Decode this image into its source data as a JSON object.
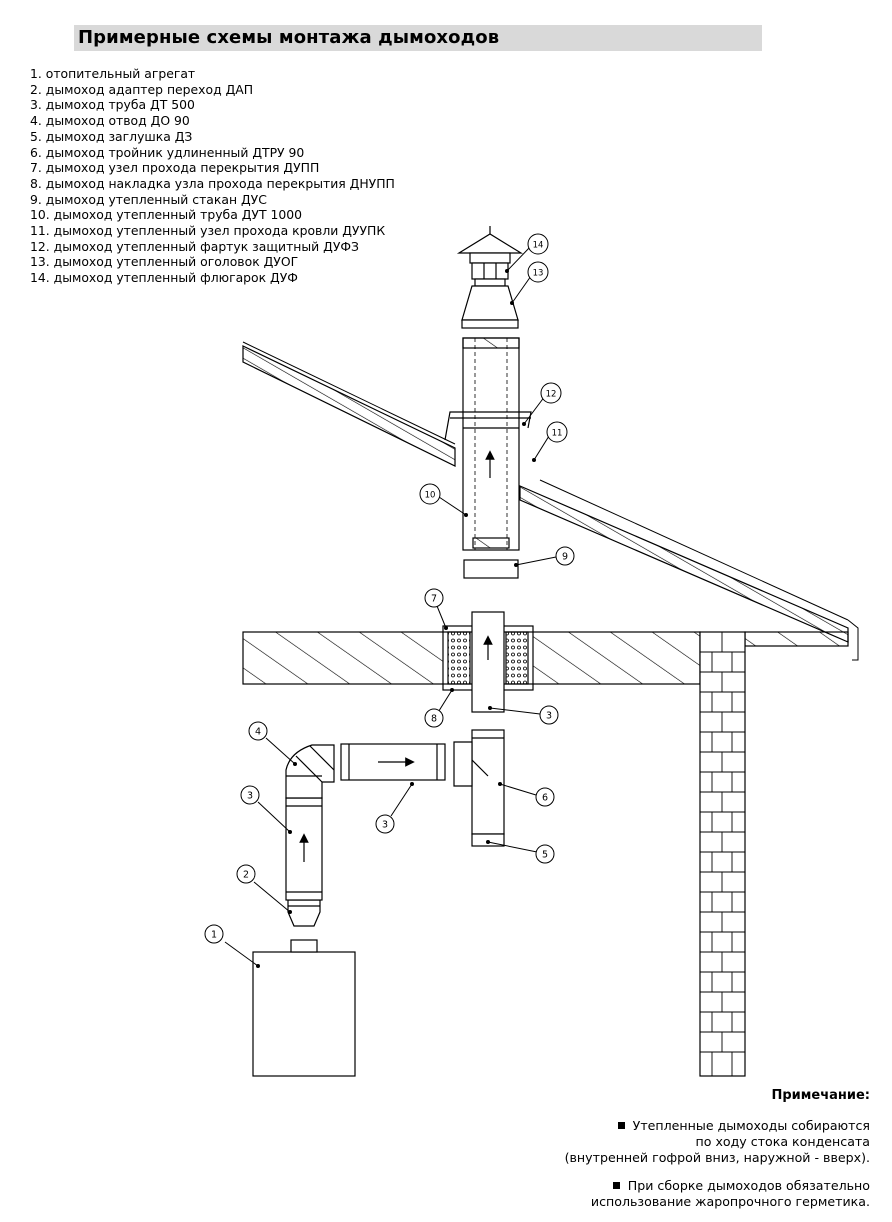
{
  "title": "Примерные схемы монтажа дымоходов",
  "legend": [
    "1. отопительный агрегат",
    "2. дымоход адаптер переход ДАП",
    "3. дымоход труба ДТ 500",
    "4. дымоход отвод ДО 90",
    "5. дымоход заглушка ДЗ",
    "6. дымоход тройник удлиненный ДТРУ 90",
    "7. дымоход узел прохода перекрытия ДУПП",
    "8. дымоход накладка узла прохода перекрытия ДНУПП",
    "9. дымоход утепленный стакан ДУС",
    "10. дымоход утепленный труба ДУТ 1000",
    "11. дымоход утепленный узел прохода кровли ДУУПК",
    "12. дымоход утепленный фартук защитный ДУФЗ",
    "13. дымоход утепленный оголовок ДУОГ",
    "14. дымоход утепленный флюгарок ДУФ"
  ],
  "callouts": [
    "1",
    "2",
    "3",
    "3",
    "3",
    "4",
    "5",
    "6",
    "7",
    "8",
    "9",
    "10",
    "11",
    "12",
    "13",
    "14"
  ],
  "note": {
    "title": "Примечание:",
    "p1": [
      "Утепленные дымоходы собираются",
      "по ходу стока конденсата",
      "(внутренней гофрой вниз, наружной - вверх)."
    ],
    "p2": [
      "При сборке дымоходов обязательно",
      "использование жаропрочного герметика."
    ]
  }
}
